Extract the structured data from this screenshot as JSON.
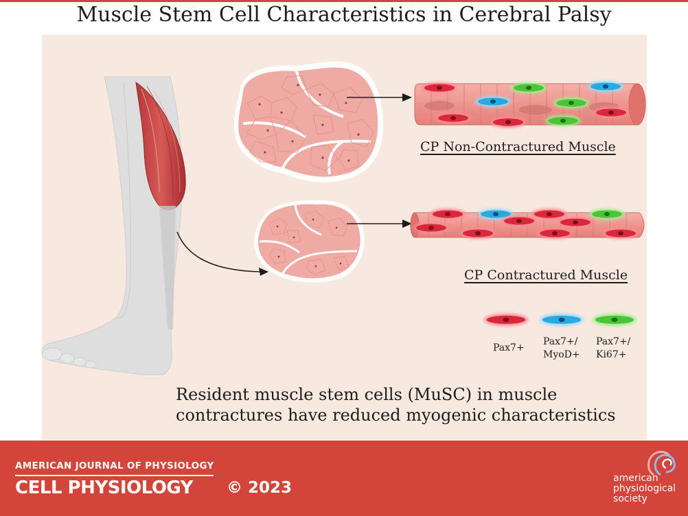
{
  "title": "Muscle Stem Cell Characteristics in Cerebral Palsy",
  "captions": {
    "non_contractured": "CP Non-Contractured Muscle",
    "contractured": "CP Contractured Muscle"
  },
  "legend": {
    "pax7": "Pax7+",
    "pax7_myod_line1": "Pax7+/",
    "pax7_myod_line2": "MyoD+",
    "pax7_ki67_line1": "Pax7+/",
    "pax7_ki67_line2": "Ki67+"
  },
  "statement": {
    "line1": "Resident muscle stem cells (MuSC) in muscle",
    "line2": "contractures have reduced myogenic characteristics"
  },
  "footer": {
    "journal_top": "AMERICAN JOURNAL OF PHYSIOLOGY",
    "journal_name": "CELL PHYSIOLOGY",
    "year": "© 2023",
    "society_line1": "american",
    "society_line2": "physiological",
    "society_line3": "society"
  },
  "colors": {
    "brand_red": "#d3443a",
    "panel_bg": "#f8e9e0",
    "pax7_red": "#d9283a",
    "myod_blue": "#29a9e1",
    "ki67_green": "#4cc43a",
    "muscle_pink": "#f2a8a2"
  }
}
